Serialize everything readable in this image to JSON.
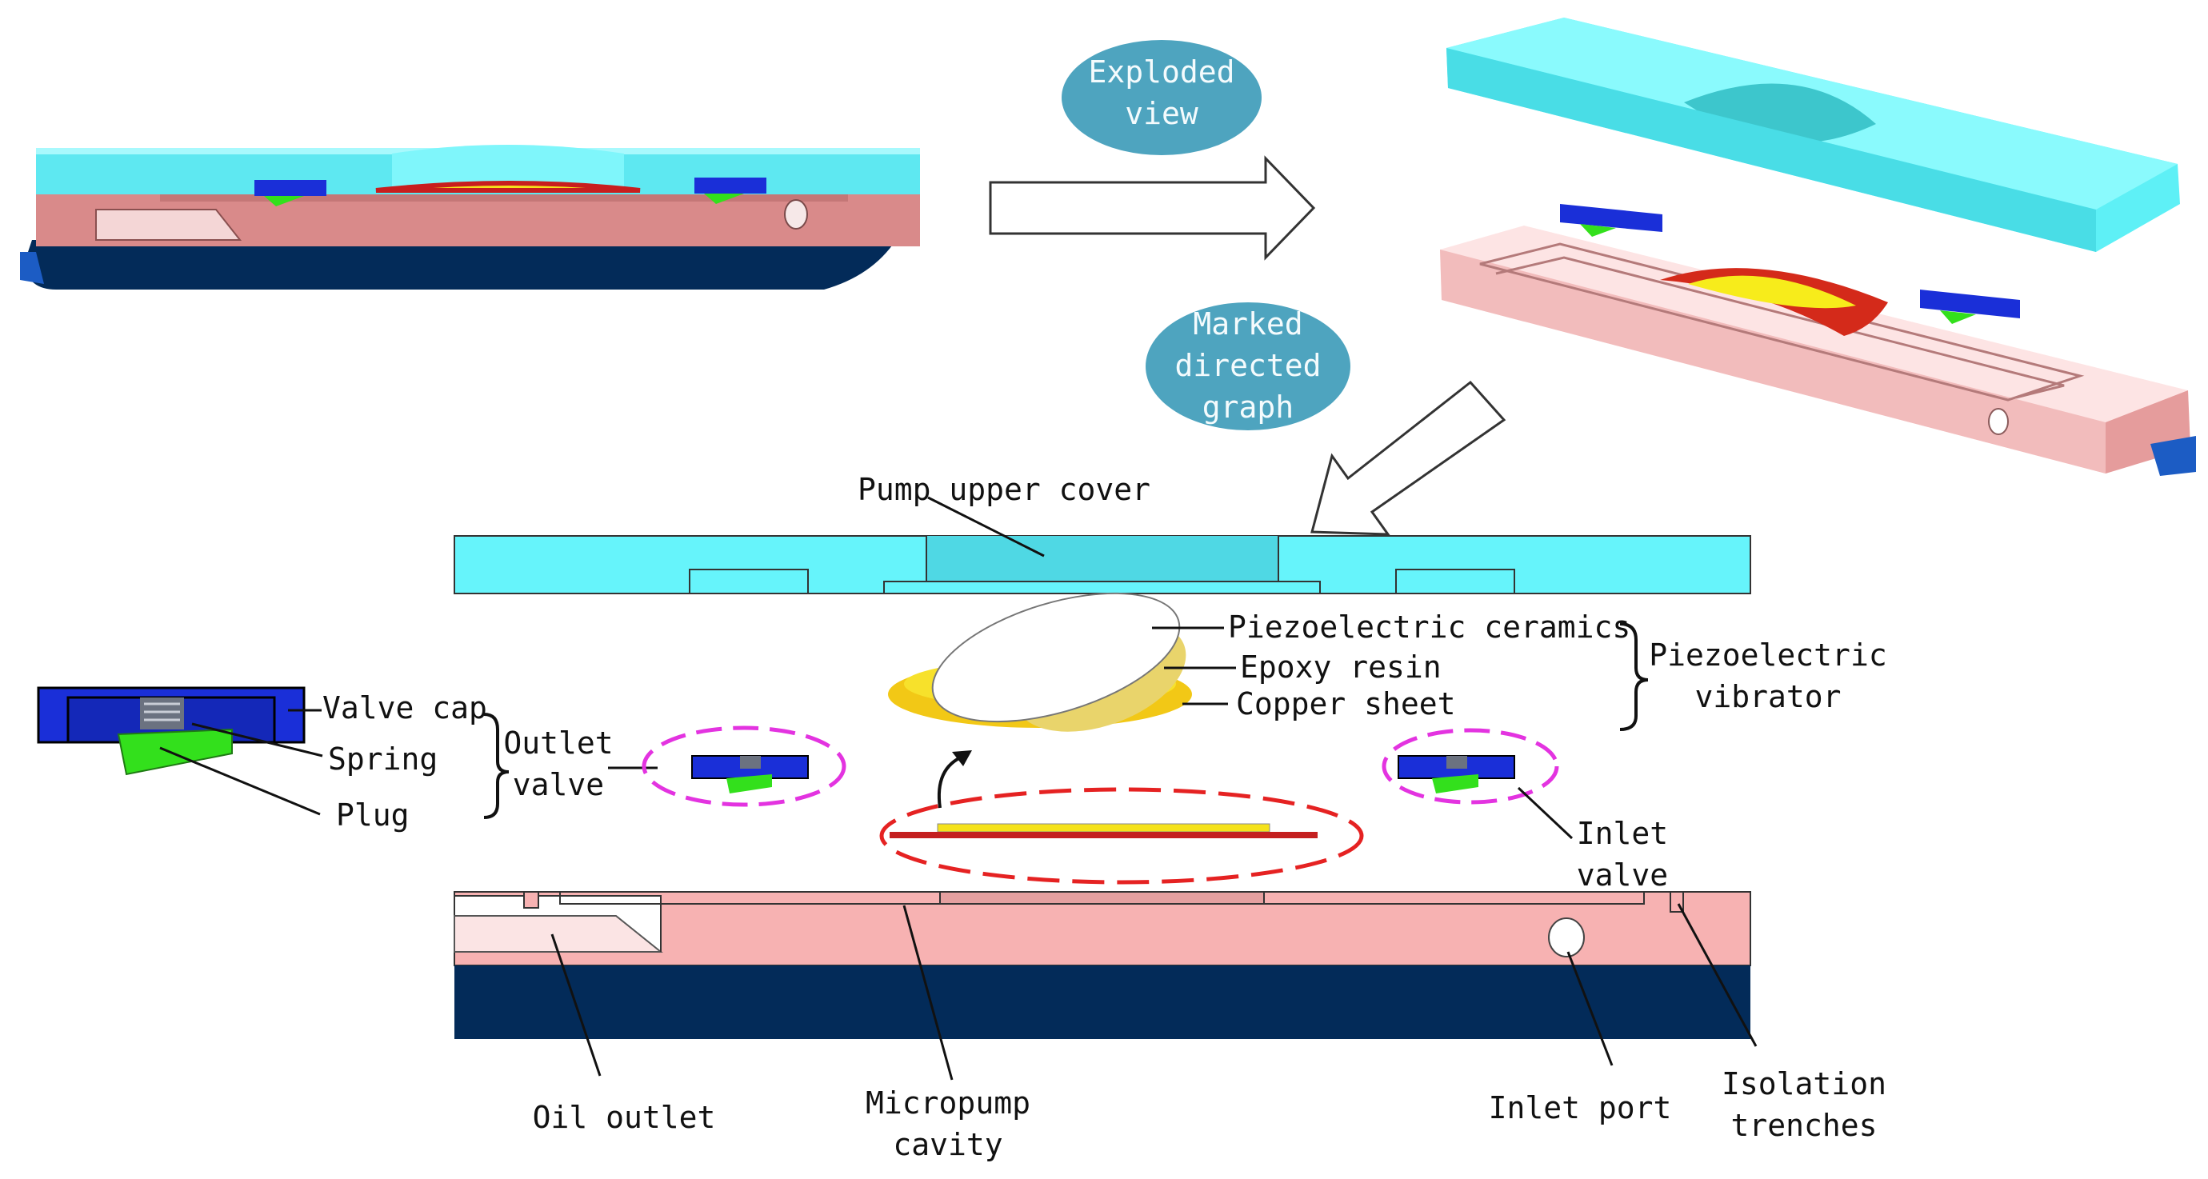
{
  "bubbles": {
    "exploded_view": [
      "Exploded",
      "view"
    ],
    "marked_graph": [
      "Marked",
      "directed",
      "graph"
    ]
  },
  "labels": {
    "pump_upper_cover": "Pump upper cover",
    "piezo_ceramics": "Piezoelectric ceramics",
    "epoxy_resin": "Epoxy resin",
    "copper_sheet": "Copper sheet",
    "piezo_vibrator": [
      "Piezoelectric",
      "vibrator"
    ],
    "valve_cap": "Valve cap",
    "spring": "Spring",
    "plug": "Plug",
    "outlet_valve": [
      "Outlet",
      "valve"
    ],
    "inlet_valve": [
      "Inlet",
      "valve"
    ],
    "oil_outlet": "Oil outlet",
    "micropump_cavity": [
      "Micropump",
      "cavity"
    ],
    "inlet_port": "Inlet port",
    "isolation_trenches": [
      "Isolation",
      "trenches"
    ]
  },
  "colors": {
    "cover_cyan": "#66f4fb",
    "body_pink": "#f7b2b2",
    "base_navy": "#032b59",
    "valve_blue": "#1a2fd8",
    "plug_green": "#33e01c",
    "copper_yellow": "#f5d21b",
    "resin_red": "#d42a1a",
    "bubble_teal": "#4ea4bf",
    "dash_magenta": "#e333e0",
    "dash_red": "#e52222"
  }
}
